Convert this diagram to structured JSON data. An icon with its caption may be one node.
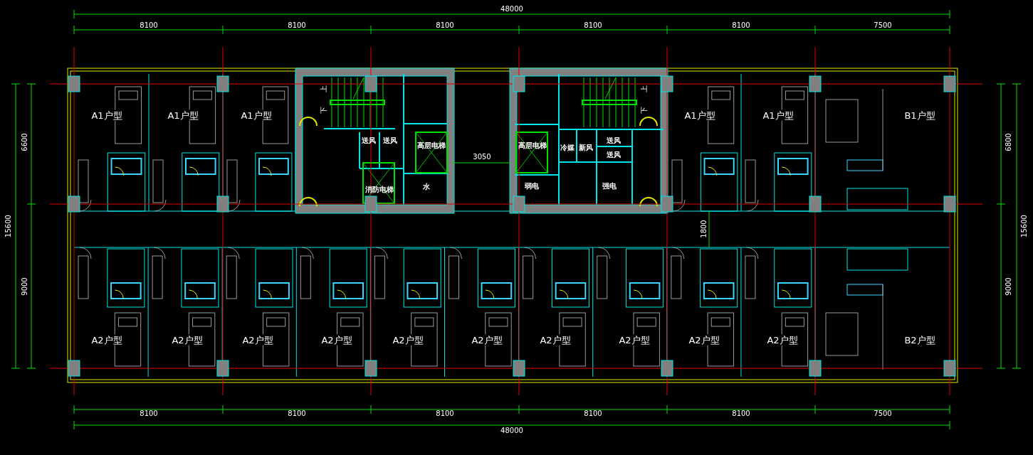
{
  "diagram": {
    "labels": [
      "48000",
      "8100",
      "8100",
      "8100",
      "8100",
      "8100",
      "7500",
      "6600",
      "15600",
      "6800",
      "15600",
      "上",
      "下",
      "上",
      "下",
      "A1户型",
      "A1户型",
      "A1户型",
      "送风",
      "送风",
      "高层电梯",
      "3050",
      "高层电梯",
      "冷媒",
      "新风",
      "送风",
      "送风",
      "A1户型",
      "A1户型",
      "B1户型",
      "消防电梯",
      "水",
      "弱电",
      "强电",
      "1800",
      "9000",
      "9000",
      "A2户型",
      "A2户型",
      "A2户型",
      "A2户型",
      "A2户型",
      "A2户型",
      "A2户型",
      "A2户型",
      "A2户型",
      "A2户型",
      "B2户型",
      "8100",
      "8100",
      "8100",
      "8100",
      "8100",
      "7500",
      "48000"
    ]
  }
}
